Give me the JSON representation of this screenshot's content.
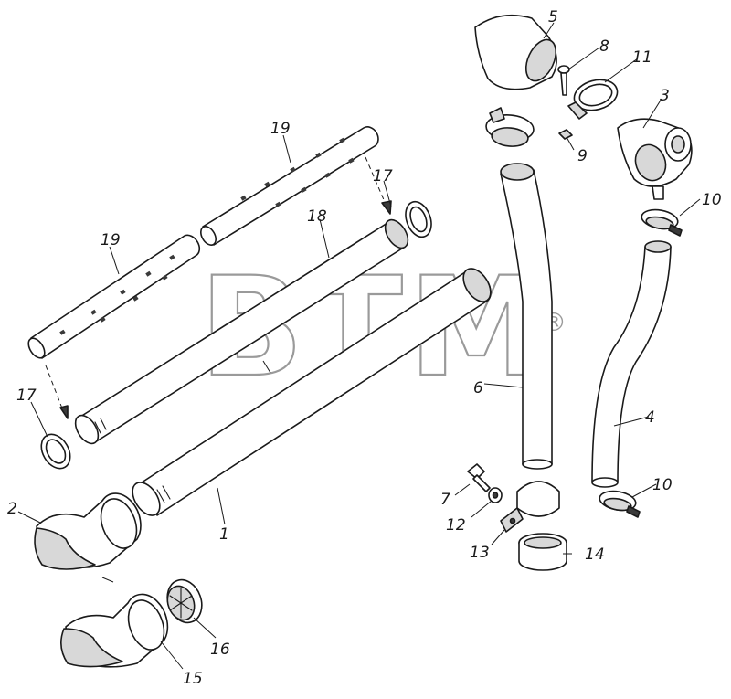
{
  "watermark": {
    "brand": "BTM",
    "registered": "®",
    "color": "#9a9a9a"
  },
  "callouts": {
    "c1": "1",
    "c2": "2",
    "c3": "3",
    "c4": "4",
    "c5": "5",
    "c6": "6",
    "c7": "7",
    "c8": "8",
    "c9": "9",
    "c10a": "10",
    "c10b": "10",
    "c11": "11",
    "c12": "12",
    "c13": "13",
    "c14": "14",
    "c15": "15",
    "c16": "16",
    "c17a": "17",
    "c17b": "17",
    "c18": "18",
    "c19a": "19",
    "c19b": "19"
  },
  "colors": {
    "line": "#1a1a1a",
    "shade": "#d8d8d8",
    "background": "#ffffff"
  }
}
